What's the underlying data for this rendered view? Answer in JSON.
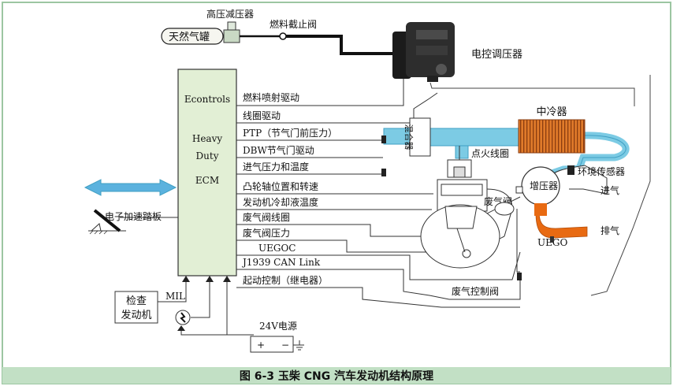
{
  "colors": {
    "frame": "#9cc6a2",
    "ecm_fill": "#e2efd5",
    "caption_bar": "#c2e0c5",
    "pipe": "#7ccbe4",
    "pipe_dark": "#3f9fc3",
    "intercooler": "#e07a2a",
    "exhaust": "#e86a12",
    "arrow": "#5bb2de",
    "wire": "#333333"
  },
  "icons": [
    "gas-tank-icon",
    "valve-icon",
    "regulator-icon",
    "ignition-coil-icon",
    "sensor-icon",
    "turbo-icon",
    "pedal-icon",
    "ground-icon",
    "battery-icon",
    "bulb-icon",
    "piston-icon"
  ],
  "components": {
    "gas_tank": "天然气罐",
    "hp_reducer": "高压减压器",
    "fuel_shutoff": "燃料截止阀",
    "regulator": "电控调压器",
    "intercooler": "中冷器",
    "mixer": "混合器",
    "ignition_coil": "点火线圈",
    "ambient_sensor": "环境传感器",
    "intake": "进气",
    "turbo": "增压器",
    "wastegate": "废气阀",
    "exhaust": "排气",
    "uego": "UEGO",
    "wastegate_ctrl": "废气控制阀",
    "pedal": "电子加速踏板",
    "mil": "MIL",
    "check_engine_line1": "检查",
    "check_engine_line2": "发动机",
    "power": "24V电源",
    "battery_plus": "+",
    "battery_minus": "−"
  },
  "ecm": {
    "line1": "Econtrols",
    "line2": "Heavy",
    "line3": "Duty",
    "line4": "ECM"
  },
  "signals": [
    "燃料喷射驱动",
    "线圈驱动",
    "PTP（节气门前压力）",
    "DBW节气门驱动",
    "进气压力和温度",
    "凸轮轴位置和转速",
    "发动机冷却液温度",
    "废气阀线圈",
    "废气阀压力",
    "UEGOC",
    "J1939 CAN Link",
    "起动控制（继电器）"
  ],
  "caption": "图 6-3  玉柴 CNG 汽车发动机结构原理"
}
